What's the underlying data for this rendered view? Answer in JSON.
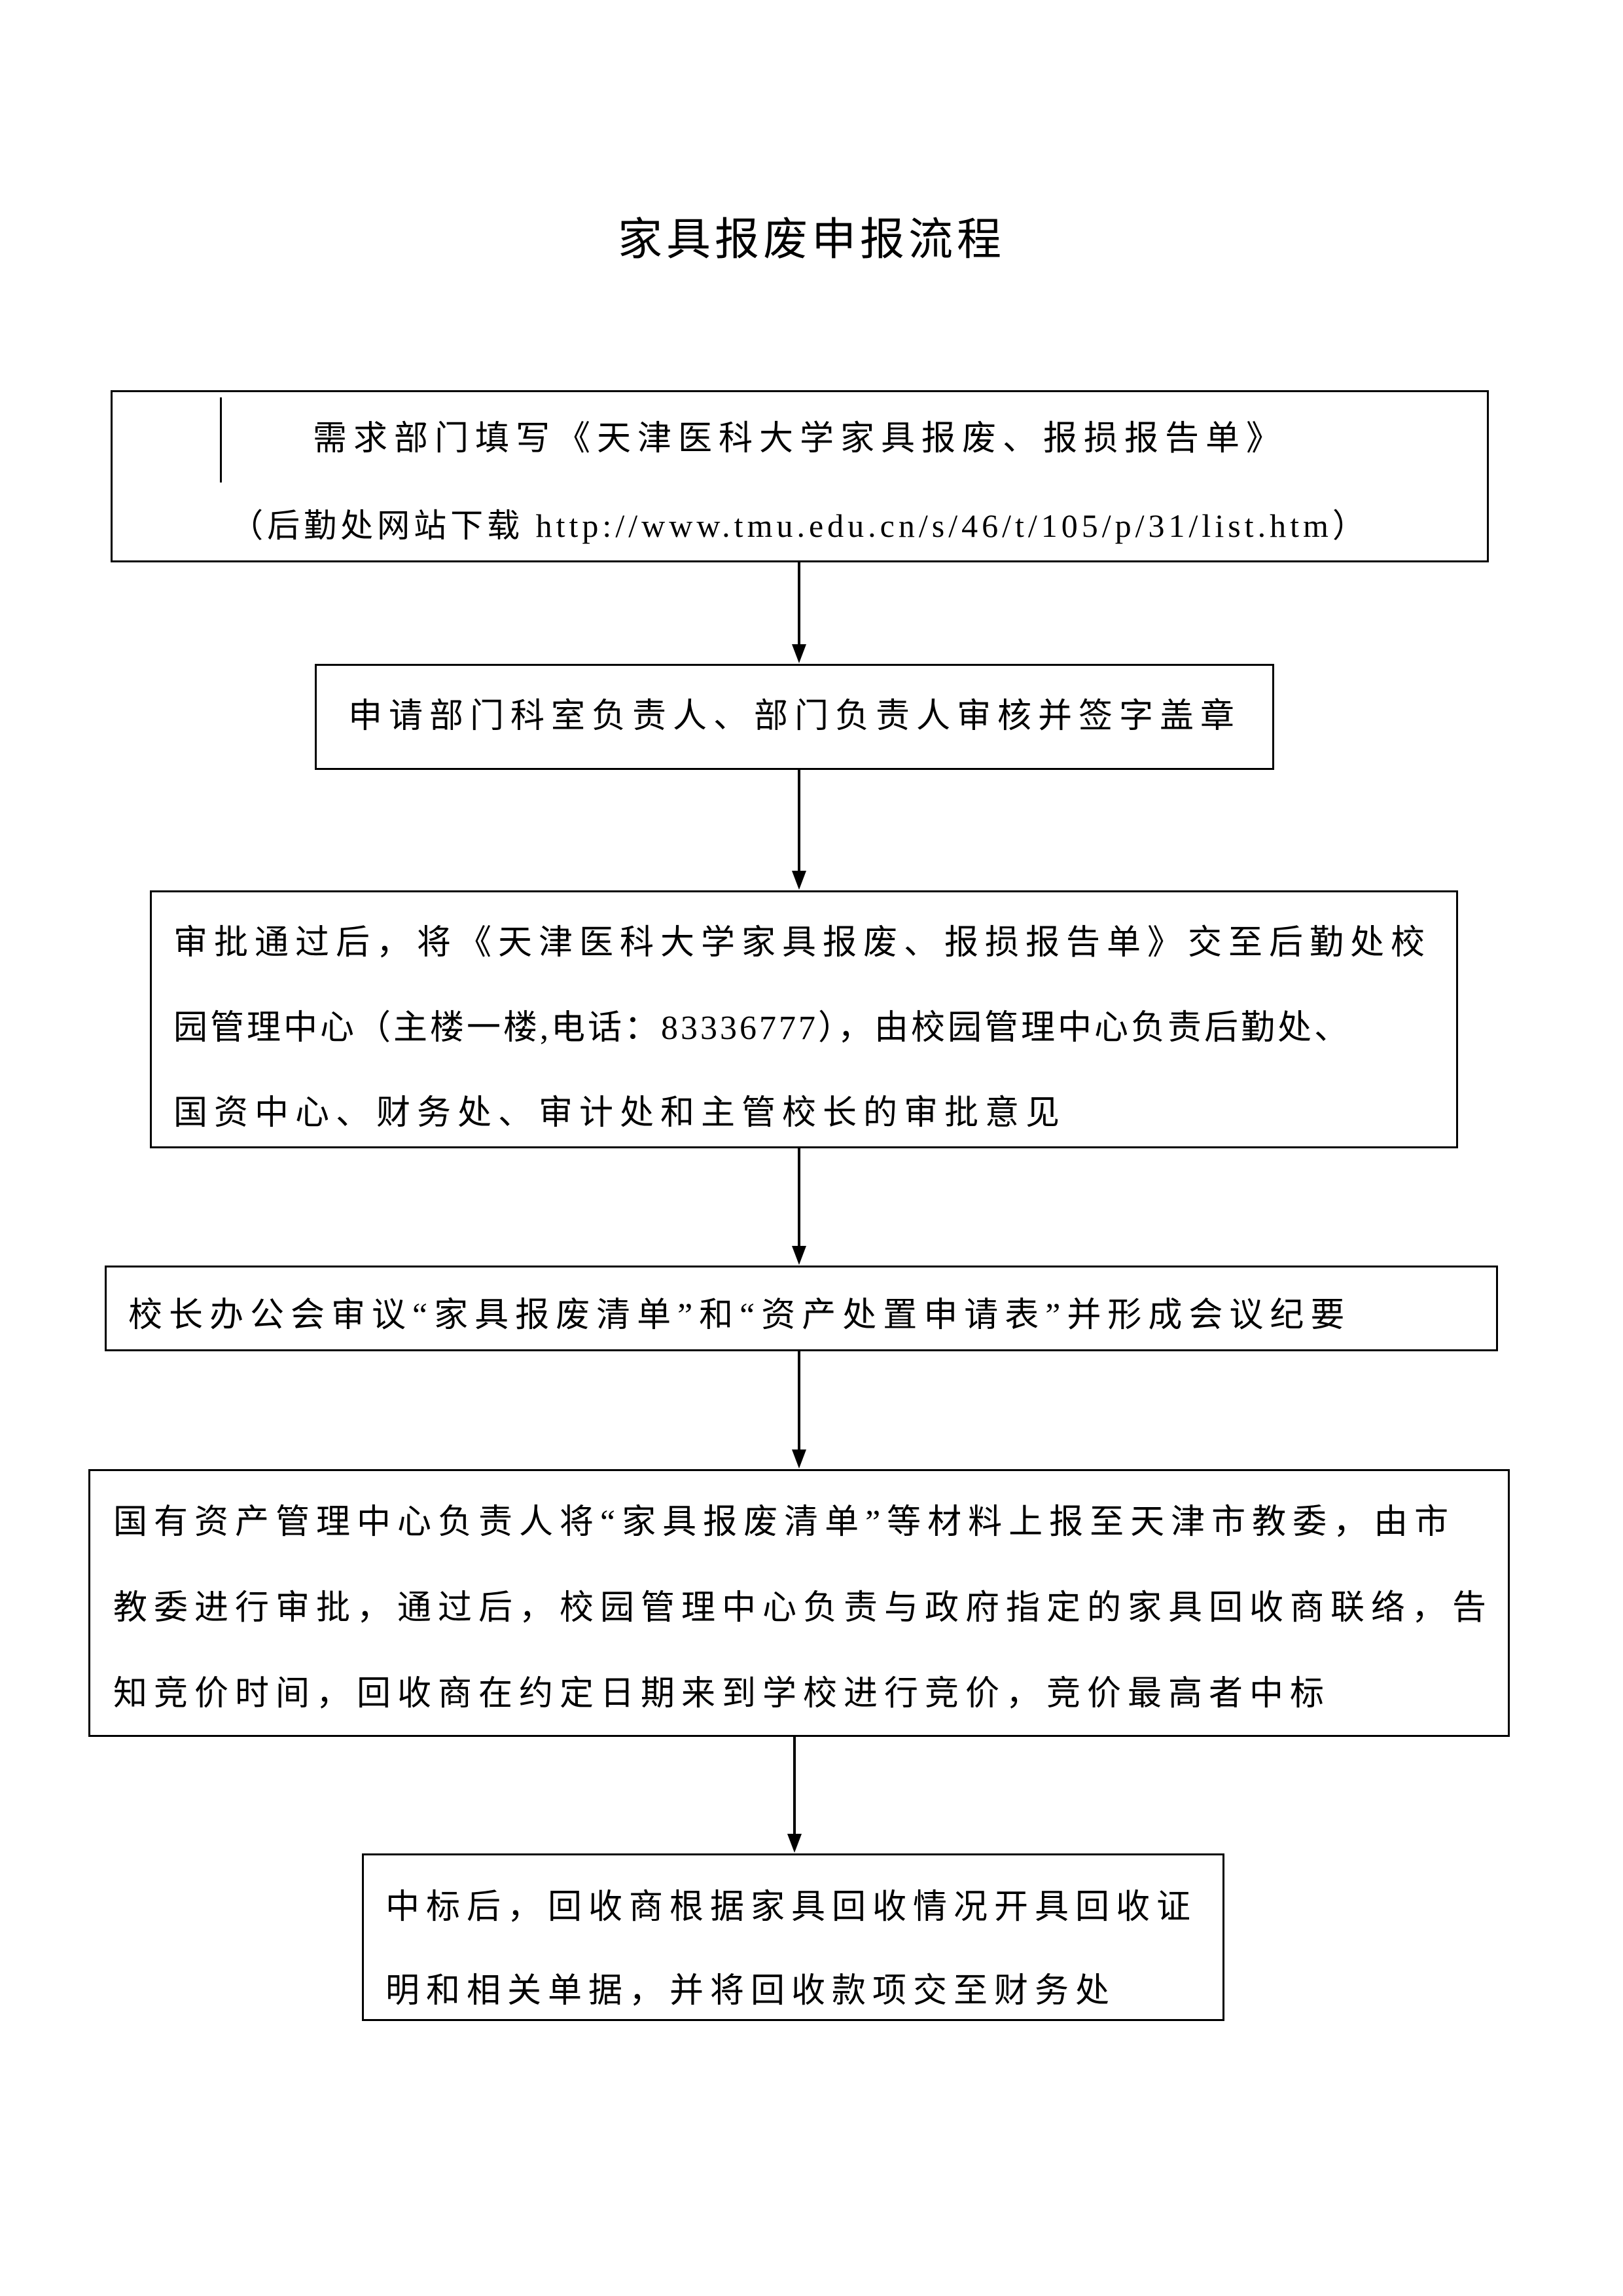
{
  "title": "家具报废申报流程",
  "steps": [
    {
      "lines": [
        "需求部门填写《天津医科大学家具报废、报损报告单》",
        "（后勤处网站下载 http://www.tmu.edu.cn/s/46/t/105/p/31/list.htm）"
      ]
    },
    {
      "lines": [
        "申请部门科室负责人、部门负责人审核并签字盖章"
      ]
    },
    {
      "lines": [
        "审批通过后，将《天津医科大学家具报废、报损报告单》交至后勤处校",
        "园管理中心（主楼一楼,电话：83336777），由校园管理中心负责后勤处、",
        "国资中心、财务处、审计处和主管校长的审批意见"
      ]
    },
    {
      "lines": [
        "校长办公会审议“家具报废清单”和“资产处置申请表”并形成会议纪要"
      ]
    },
    {
      "lines": [
        "国有资产管理中心负责人将“家具报废清单”等材料上报至天津市教委，由市",
        "教委进行审批，通过后，校园管理中心负责与政府指定的家具回收商联络，告",
        "知竞价时间，回收商在约定日期来到学校进行竞价，竞价最高者中标"
      ]
    },
    {
      "lines": [
        "中标后，回收商根据家具回收情况开具回收证",
        "明和相关单据，并将回收款项交至财务处"
      ]
    }
  ]
}
